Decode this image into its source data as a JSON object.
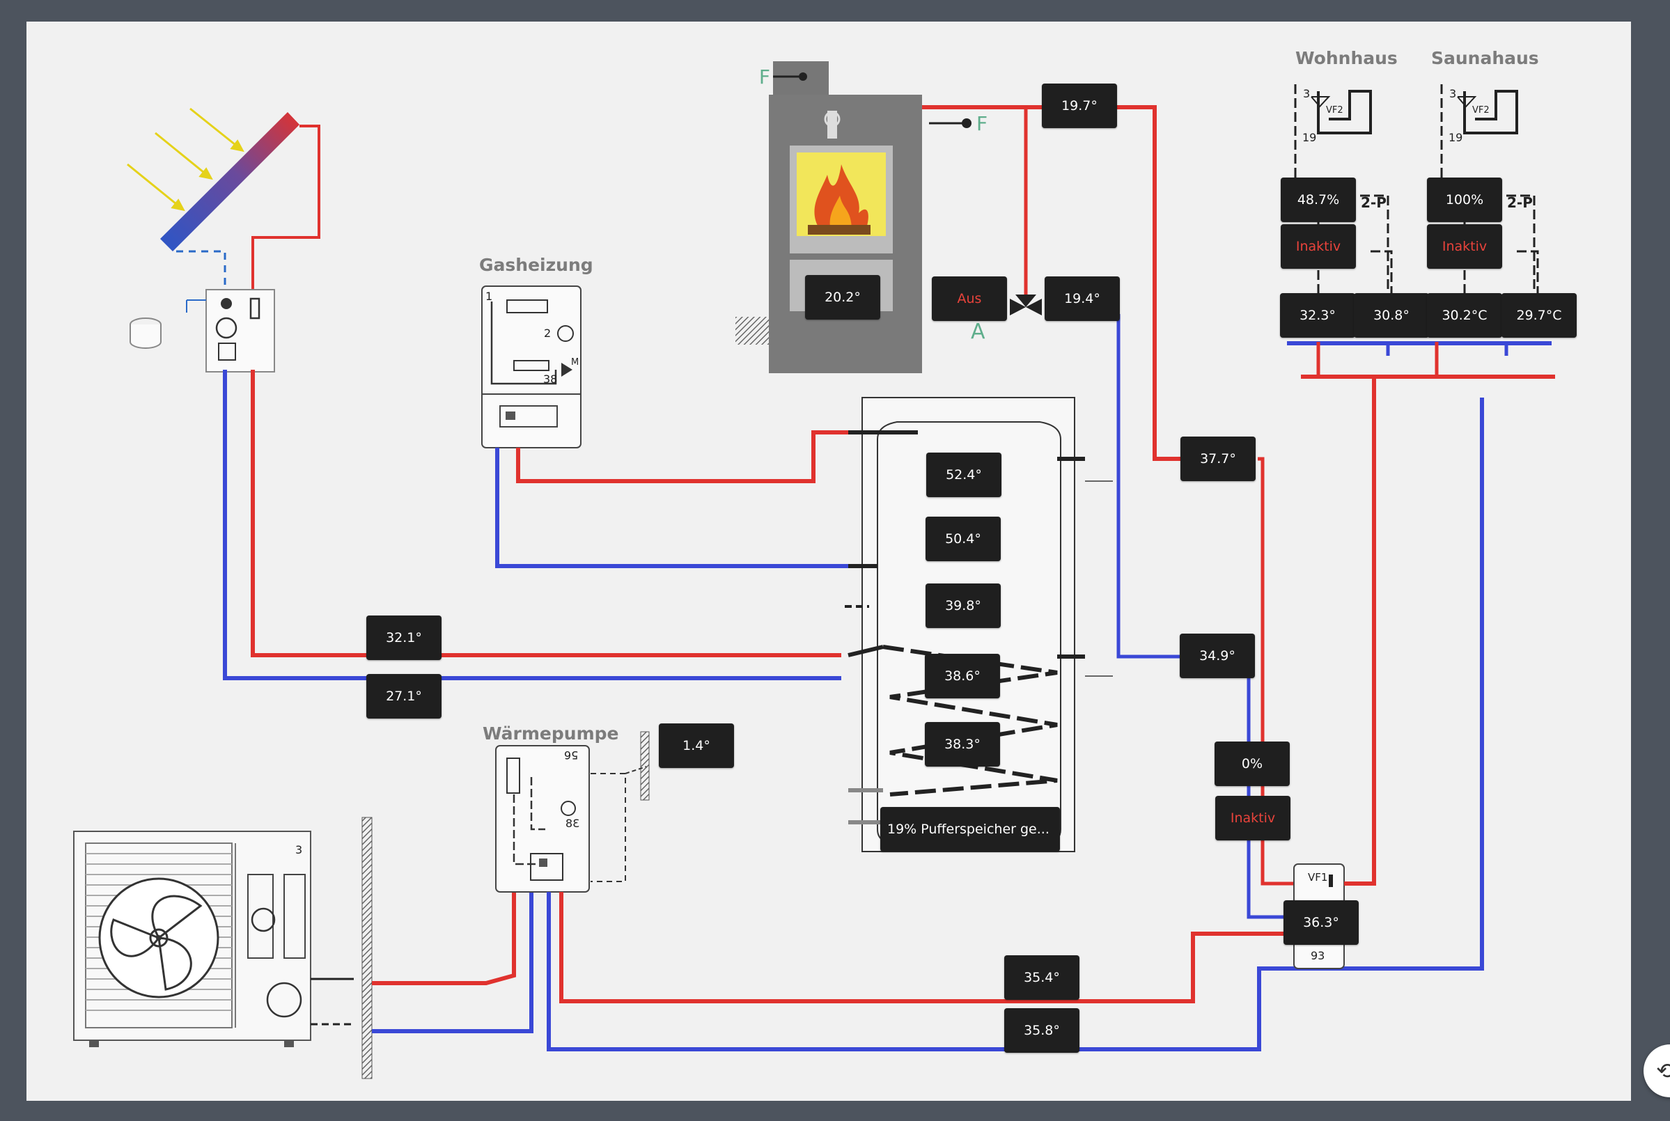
{
  "titles": {
    "gas": "Gasheizung",
    "heatpump": "Wärmepumpe",
    "house1": "Wohnhaus",
    "house2": "Saunahaus"
  },
  "component_numbers": {
    "gas_1": "1",
    "gas_2": "2",
    "gas_38": "38",
    "hp_3": "3",
    "hp_56": "56",
    "hp_38": "38",
    "vf1": "VF1",
    "n93": "93",
    "house1_3": "3",
    "house1_19": "19",
    "house1_vf2": "VF2",
    "house2_3": "3",
    "house2_19": "19",
    "house2_vf2": "VF2",
    "house1_2p": "2-P",
    "house2_2p": "2-P",
    "letter_a": "A",
    "letter_f1": "F",
    "letter_f2": "F",
    "motor_m": "M"
  },
  "readings": {
    "stove_flue": "19.7°",
    "stove_inner": "20.2°",
    "stove_pump": "Aus",
    "stove_return": "19.4°",
    "tank_1": "52.4°",
    "tank_2": "50.4°",
    "tank_3": "39.8°",
    "tank_4": "38.6°",
    "tank_5": "38.3°",
    "tank_status": "19% Pufferspeicher ge...",
    "solar_flow": "32.1°",
    "solar_return": "27.1°",
    "outdoor": "1.4°",
    "heating_flow": "37.7°",
    "heating_return": "34.9°",
    "mixer_pct": "0%",
    "mixer_state": "Inaktiv",
    "vf1_temp": "36.3°",
    "hp_flow": "35.4°",
    "hp_return": "35.8°",
    "house1_valve": "48.7%",
    "house1_state": "Inaktiv",
    "house1_flow": "32.3°",
    "house1_return": "30.8°",
    "house2_valve": "100%",
    "house2_state": "Inaktiv",
    "house2_flow": "30.2°C",
    "house2_return": "29.7°C"
  },
  "colors": {
    "hot_pipe": "#e0322e",
    "cold_pipe": "#3a48d6",
    "badge_bg": "#1f1f1f",
    "inactive_text": "#e8433b",
    "accent_green": "#5fae8c"
  }
}
